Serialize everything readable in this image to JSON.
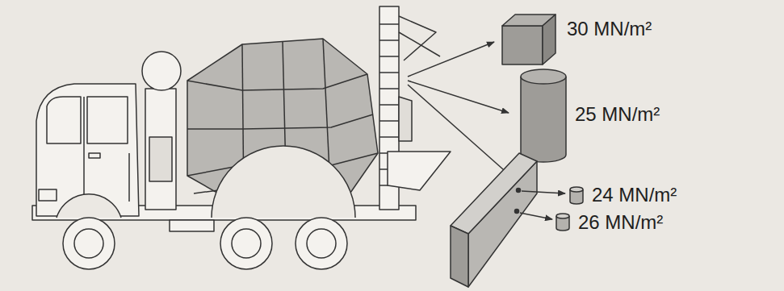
{
  "diagram": {
    "labels": [
      "30 MN/m²",
      "25 MN/m²",
      "24 MN/m²",
      "26 MN/m²"
    ]
  }
}
